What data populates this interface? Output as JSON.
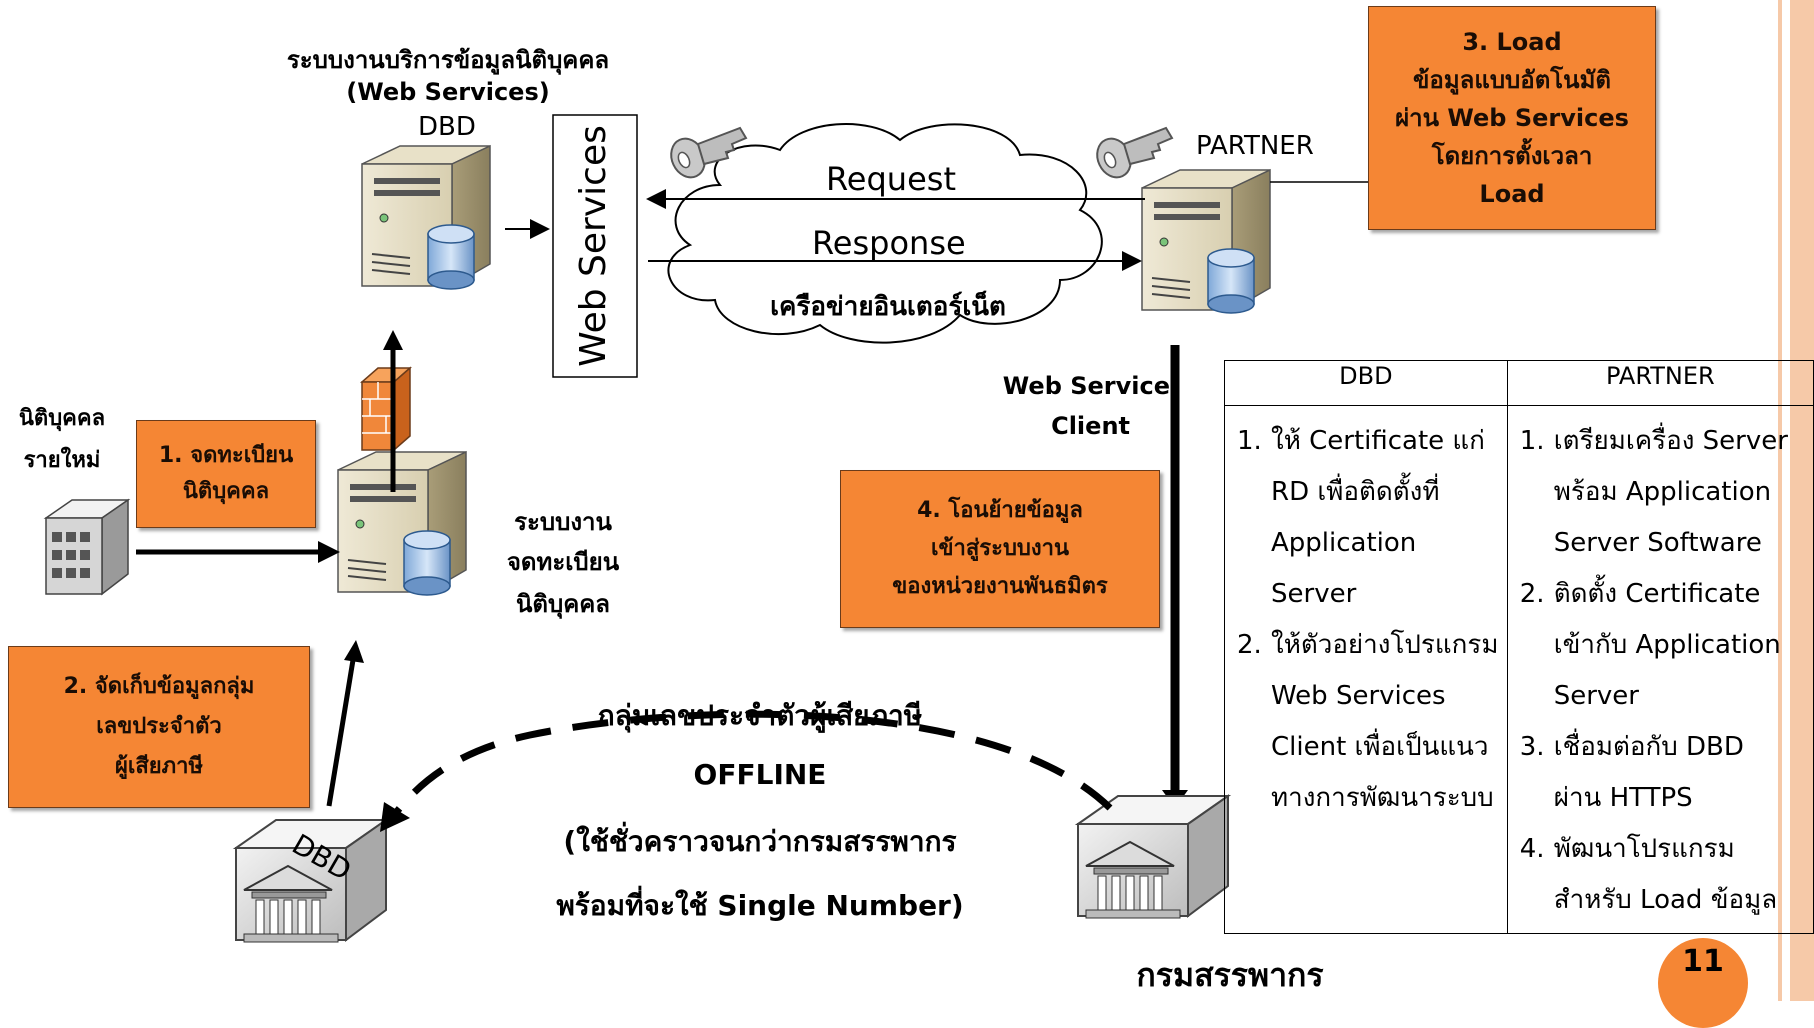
{
  "header": {
    "dbd_service_title": "ระบบงานบริการข้อมูลนิติบุคคล",
    "dbd_service_subtitle": "(Web Services)",
    "dbd_server_label": "DBD",
    "web_services_box": "Web Services",
    "partner_label": "PARTNER"
  },
  "network": {
    "request": "Request",
    "response": "Response",
    "cloud": "เครือข่ายอินเตอร์เน็ต"
  },
  "labels": {
    "web_service_client_1": "Web Service",
    "web_service_client_2": "Client",
    "new_entity_1": "นิติบุคคล",
    "new_entity_2": "รายใหม่",
    "registration_system_1": "ระบบงาน",
    "registration_system_2": "จดทะเบียน",
    "registration_system_3": "นิติบุคคล",
    "dbd_building": "DBD",
    "rd_building": "กรมสรรพากร",
    "offline_line1": "กลุ่มเลขประจำตัวผู้เสียภาษี",
    "offline_line2": "OFFLINE",
    "offline_line3": "(ใช้ชั่วคราวจนกว่ากรมสรรพากร",
    "offline_line4": "พร้อมที่จะใช้ Single Number)"
  },
  "notes": {
    "step1": [
      "1. จดทะเบียน",
      "นิติบุคคล"
    ],
    "step2": [
      "2. จัดเก็บข้อมูลกลุ่ม",
      "เลขประจำตัว",
      "ผู้เสียภาษี"
    ],
    "step3": [
      "3. Load",
      "ข้อมูลแบบอัตโนมัติ",
      "ผ่าน Web Services",
      "โดยการตั้งเวลา",
      "Load"
    ],
    "step4": [
      "4. โอนย้ายข้อมูล",
      "เข้าสู่ระบบงาน",
      "ของหน่วยงานพันธมิตร"
    ]
  },
  "table": {
    "col_dbd": "DBD",
    "col_partner": "PARTNER",
    "dbd_items": [
      {
        "num": "1.",
        "lines": [
          "ให้ Certificate แก่",
          "RD เพื่อติดตั้งที่",
          "Application Server"
        ]
      },
      {
        "num": "2.",
        "lines": [
          "ให้ตัวอย่างโปรแกรม",
          "Web Services",
          "Client เพื่อเป็นแนว",
          "ทางการพัฒนาระบบ"
        ]
      }
    ],
    "partner_items": [
      {
        "num": "1.",
        "lines": [
          "เตรียมเครื่อง Server",
          "พร้อม Application",
          "Server Software"
        ]
      },
      {
        "num": "2.",
        "lines": [
          "ติดตั้ง Certificate",
          "เข้ากับ Application",
          "Server"
        ]
      },
      {
        "num": "3.",
        "lines": [
          "เชื่อมต่อกับ DBD",
          "ผ่าน HTTPS"
        ]
      },
      {
        "num": "4.",
        "lines": [
          "พัฒนาโปรแกรม",
          "สำหรับ Load ข้อมูล"
        ]
      }
    ]
  },
  "page_number": "11",
  "colors": {
    "note_fill": "#f58634",
    "accent_bar": "#f6c9a8"
  }
}
